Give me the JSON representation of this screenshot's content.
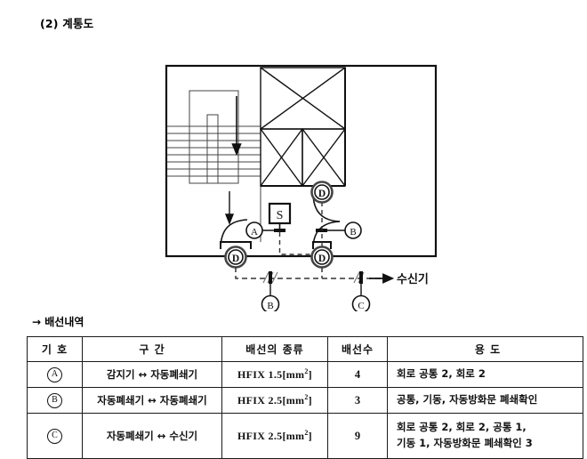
{
  "section": {
    "number": "(2)",
    "title": "(2) 계통도"
  },
  "diagram": {
    "name": "fire-door-system-floor-plan",
    "receiver_label": "수신기",
    "receiver_arrow": "→",
    "detector_symbol": "S",
    "door_symbol": "D",
    "node_labels": [
      "A",
      "B",
      "C",
      "D"
    ],
    "circle_a": "A",
    "circle_b": "B",
    "circle_c": "C",
    "circle_d": "D",
    "stair_arrow": "▼",
    "colors": {
      "line": "#111111",
      "wire": "#333333",
      "background": "#ffffff"
    }
  },
  "table_caption": {
    "arrow": "→",
    "text": "배선내역",
    "full": "→  배선내역"
  },
  "table": {
    "headers": [
      "기 호",
      "구 간",
      "배선의 종류",
      "배선수",
      "용 도"
    ],
    "rows": [
      {
        "symbol": "A",
        "section": "감지기 ↔ 자동폐쇄기",
        "wire_type_name": "HFIX",
        "wire_type_size": "1.5",
        "wire_type_unit": "[mm",
        "wire_type_sup": "2",
        "wire_type_unit_end": "]",
        "wire_type": "HFIX 1.5[mm2]",
        "count": "4",
        "use_lines": [
          "회로 공통 2, 회로 2"
        ]
      },
      {
        "symbol": "B",
        "section": "자동폐쇄기 ↔ 자동폐쇄기",
        "wire_type_name": "HFIX",
        "wire_type_size": "2.5",
        "wire_type_unit": "[mm",
        "wire_type_sup": "2",
        "wire_type_unit_end": "]",
        "wire_type": "HFIX 2.5[mm2]",
        "count": "3",
        "use_lines": [
          "공통, 기동, 자동방화문 폐쇄확인"
        ]
      },
      {
        "symbol": "C",
        "section": "자동폐쇄기 ↔ 수신기",
        "wire_type_name": "HFIX",
        "wire_type_size": "2.5",
        "wire_type_unit": "[mm",
        "wire_type_sup": "2",
        "wire_type_unit_end": "]",
        "wire_type": "HFIX 2.5[mm2]",
        "count": "9",
        "use_lines": [
          "회로 공통 2, 회로 2, 공통 1,",
          "기동 1, 자동방화문 폐쇄확인 3"
        ]
      }
    ]
  }
}
